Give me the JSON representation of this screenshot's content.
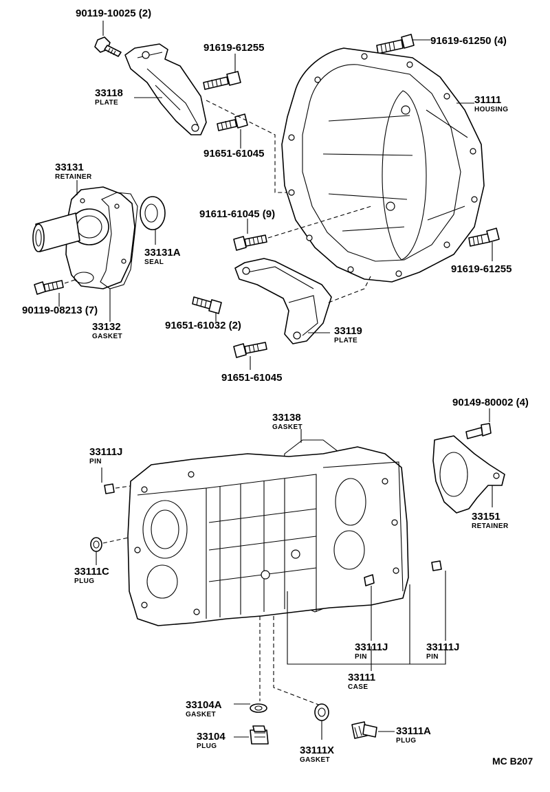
{
  "callouts": [
    {
      "id": "c1",
      "number": "90119-10025 (2)",
      "name": ""
    },
    {
      "id": "c2",
      "number": "91619-61255",
      "name": ""
    },
    {
      "id": "c3",
      "number": "91619-61250 (4)",
      "name": ""
    },
    {
      "id": "c4",
      "number": "33118",
      "name": "PLATE"
    },
    {
      "id": "c5",
      "number": "31111",
      "name": "HOUSING"
    },
    {
      "id": "c6",
      "number": "91651-61045",
      "name": ""
    },
    {
      "id": "c7",
      "number": "33131",
      "name": "RETAINER"
    },
    {
      "id": "c8",
      "number": "91611-61045 (9)",
      "name": ""
    },
    {
      "id": "c9",
      "number": "33131A",
      "name": "SEAL"
    },
    {
      "id": "c10",
      "number": "91619-61255",
      "name": ""
    },
    {
      "id": "c11",
      "number": "90119-08213 (7)",
      "name": ""
    },
    {
      "id": "c12",
      "number": "91651-61032 (2)",
      "name": ""
    },
    {
      "id": "c13",
      "number": "33132",
      "name": "GASKET"
    },
    {
      "id": "c14",
      "number": "33119",
      "name": "PLATE"
    },
    {
      "id": "c15",
      "number": "91651-61045",
      "name": ""
    },
    {
      "id": "c16",
      "number": "33138",
      "name": "GASKET"
    },
    {
      "id": "c17",
      "number": "90149-80002 (4)",
      "name": ""
    },
    {
      "id": "c18",
      "number": "33111J",
      "name": "PIN"
    },
    {
      "id": "c19",
      "number": "33151",
      "name": "RETAINER"
    },
    {
      "id": "c20",
      "number": "33111C",
      "name": "PLUG"
    },
    {
      "id": "c21",
      "number": "33111J",
      "name": "PIN"
    },
    {
      "id": "c22",
      "number": "33111J",
      "name": "PIN"
    },
    {
      "id": "c23",
      "number": "33111",
      "name": "CASE"
    },
    {
      "id": "c24",
      "number": "33104A",
      "name": "GASKET"
    },
    {
      "id": "c25",
      "number": "33104",
      "name": "PLUG"
    },
    {
      "id": "c26",
      "number": "33111X",
      "name": "GASKET"
    },
    {
      "id": "c27",
      "number": "33111A",
      "name": "PLUG"
    }
  ],
  "diagram_code": "MC  B207"
}
